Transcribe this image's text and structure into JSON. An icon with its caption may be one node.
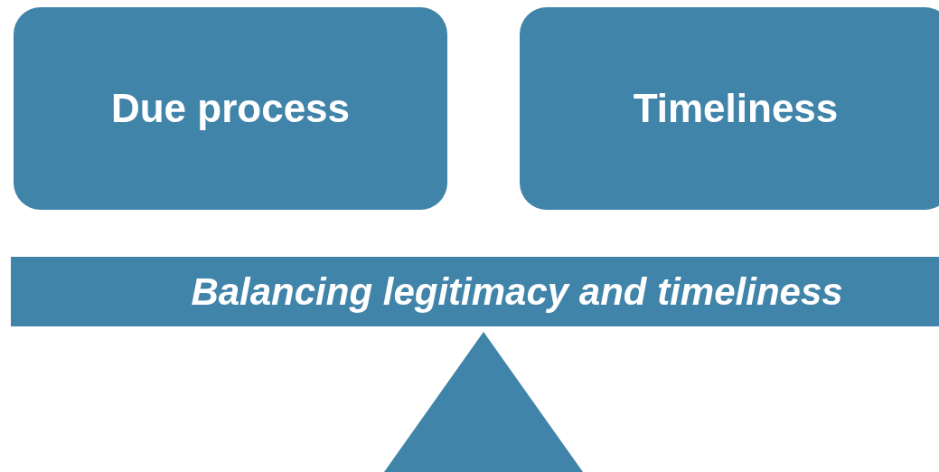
{
  "diagram": {
    "nodes": [
      {
        "text": [
          "Due process"
        ]
      },
      {
        "text": [
          "Timeliness"
        ]
      },
      {
        "text": [
          "Balancing legitimacy and timeliness"
        ]
      },
      {
        "text": [],
        "shape": "triangle"
      }
    ],
    "edges": []
  }
}
